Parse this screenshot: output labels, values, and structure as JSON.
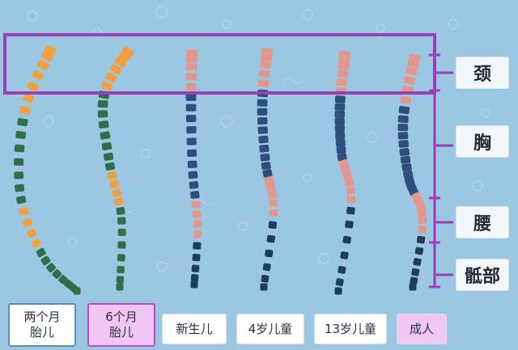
{
  "regions": [
    {
      "label": "颈"
    },
    {
      "label": "胸"
    },
    {
      "label": "腰"
    },
    {
      "label": "骶部"
    }
  ],
  "stages": [
    {
      "label": "两个月\n胎儿",
      "color": "#ffffff",
      "border": "#5a8fbd"
    },
    {
      "label": "6个月\n胎儿",
      "color": "#f1c6f2",
      "border": "#b24fc6"
    },
    {
      "label": "新生儿",
      "color": "#ffffff",
      "border": "#d6e3ee"
    },
    {
      "label": "4岁儿童",
      "color": "#ffffff",
      "border": "#d6e3ee"
    },
    {
      "label": "13岁儿童",
      "color": "#ffffff",
      "border": "#d6e3ee"
    },
    {
      "label": "成人",
      "color": "#f1c6f2",
      "border": "#d6e3ee"
    }
  ],
  "colors": {
    "fetal_upper": "#f0a040",
    "fetal_green": "#2f6e4a",
    "neck_pink": "#e3968c",
    "thoracic_blue": "#2f4e7e",
    "sacral_dark": "#1f3c5e",
    "bracket": "#9b3fb8"
  }
}
